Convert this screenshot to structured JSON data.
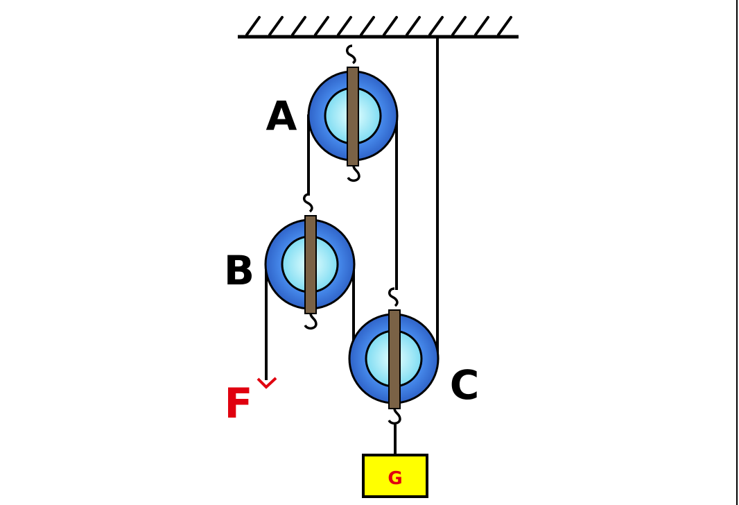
{
  "labels": {
    "pulley_a": "A",
    "pulley_b": "B",
    "pulley_c": "C",
    "force": "F",
    "weight": "G"
  },
  "colors": {
    "pulley_outer": "#3f7fe0",
    "pulley_inner": "#9fe6f5",
    "axle": "#7a6246",
    "rope": "#000000",
    "force_label": "#e0000f",
    "weight_fill": "#ffff00",
    "weight_text": "#e0000f"
  }
}
